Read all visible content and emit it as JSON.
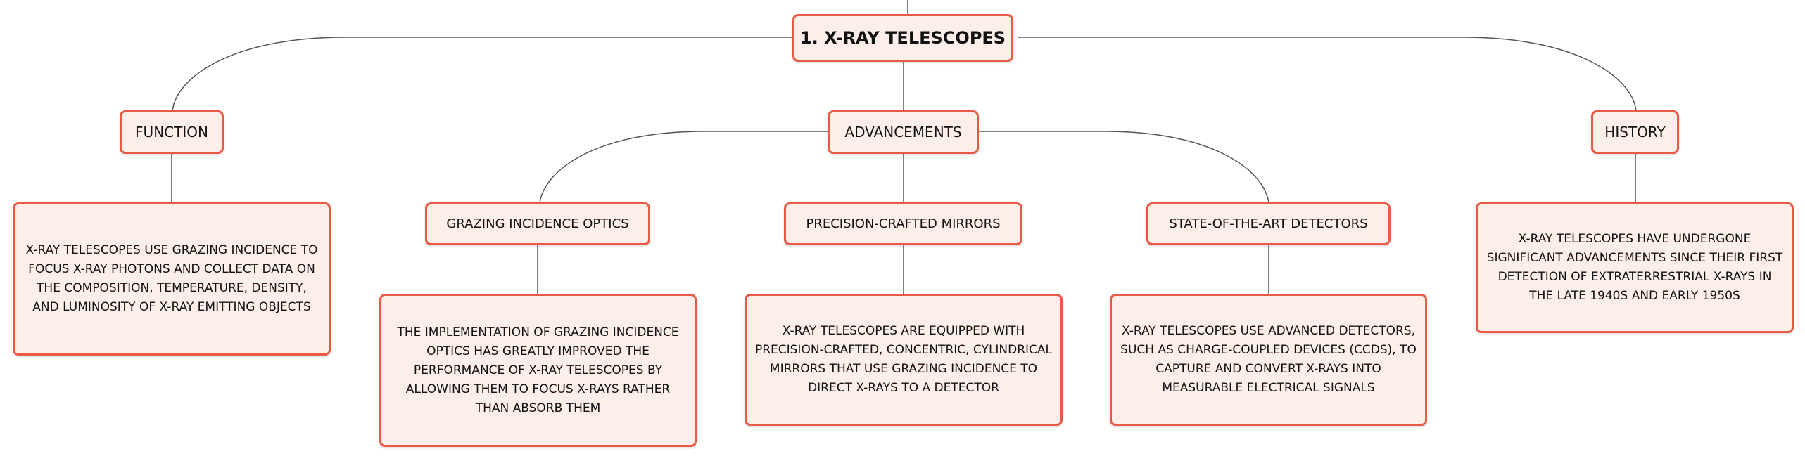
{
  "root": {
    "title": "1. X-RAY TELESCOPES"
  },
  "function": {
    "label": "FUNCTION",
    "text": "X-RAY TELESCOPES USE GRAZING INCIDENCE TO FOCUS X-RAY PHOTONS AND COLLECT DATA ON THE COMPOSITION, TEMPERATURE, DENSITY, AND LUMINOSITY OF X-RAY EMITTING OBJECTS"
  },
  "advancements": {
    "label": "ADVANCEMENTS",
    "children": [
      {
        "label": "GRAZING INCIDENCE OPTICS",
        "text": "THE IMPLEMENTATION OF GRAZING INCIDENCE OPTICS HAS GREATLY IMPROVED THE PERFORMANCE OF X-RAY TELESCOPES BY ALLOWING THEM TO FOCUS X-RAYS RATHER THAN ABSORB THEM"
      },
      {
        "label": "PRECISION-CRAFTED MIRRORS",
        "text": "X-RAY TELESCOPES ARE EQUIPPED WITH PRECISION-CRAFTED, CONCENTRIC, CYLINDRICAL MIRRORS THAT USE GRAZING INCIDENCE TO DIRECT X-RAYS TO A DETECTOR"
      },
      {
        "label": "STATE-OF-THE-ART DETECTORS",
        "text": "X-RAY TELESCOPES USE ADVANCED DETECTORS, SUCH AS CHARGE-COUPLED DEVICES (CCDS), TO CAPTURE AND CONVERT X-RAYS INTO MEASURABLE ELECTRICAL SIGNALS"
      }
    ]
  },
  "history": {
    "label": "HISTORY",
    "text": "X-RAY TELESCOPES HAVE UNDERGONE SIGNIFICANT ADVANCEMENTS SINCE THEIR FIRST DETECTION OF EXTRATERRESTRIAL X-RAYS IN THE LATE 1940S AND EARLY 1950S"
  },
  "colors": {
    "node_fill": "#fdeeea",
    "node_border": "#e95a45",
    "connector": "#555555"
  }
}
